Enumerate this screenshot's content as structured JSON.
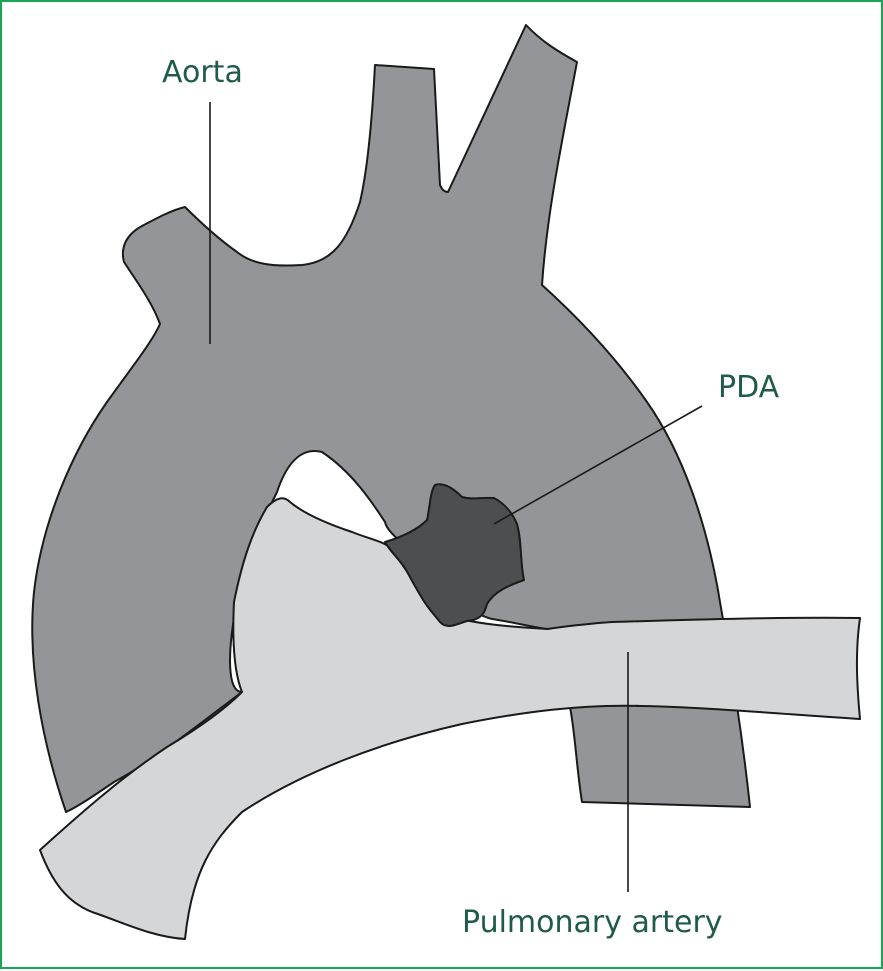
{
  "labels": {
    "aorta": "Aorta",
    "pda": "PDA",
    "pulmonary_artery": "Pulmonary artery"
  },
  "colors": {
    "border": "#1aa552",
    "aorta_fill": "#939598",
    "pda_fill": "#4d4e50",
    "pulmonary_artery_fill": "#d5d6d8",
    "label_text": "#1f5a4a",
    "outline": "#1a1a1a"
  }
}
